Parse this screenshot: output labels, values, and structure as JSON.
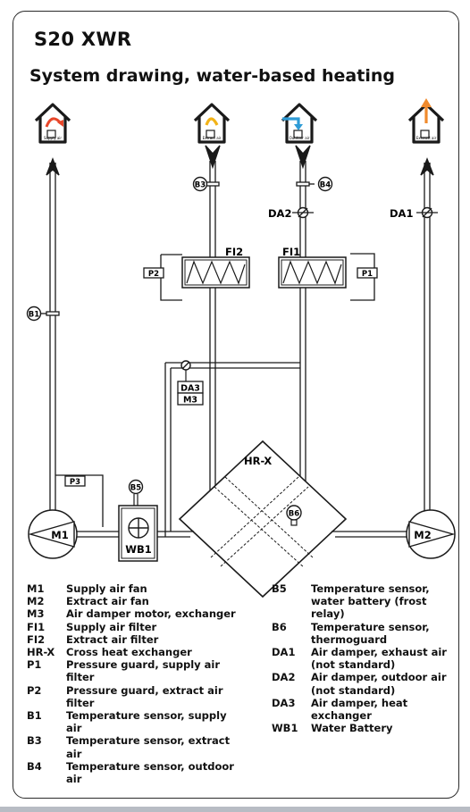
{
  "title": "S20 XWR",
  "subtitle": "System drawing, water-based heating",
  "houses": {
    "supply": "Supply air",
    "extract": "Extract air",
    "outdoor": "Outdoor air",
    "exhaust": "Exhaust air"
  },
  "components": {
    "b1": "B1",
    "b3": "B3",
    "b4": "B4",
    "b5": "B5",
    "b6": "B6",
    "da1": "DA1",
    "da2": "DA2",
    "da3": "DA3",
    "m1": "M1",
    "m2": "M2",
    "m3": "M3",
    "fi1": "FI1",
    "fi2": "FI2",
    "p1": "P1",
    "p2": "P2",
    "p3": "P3",
    "hrx": "HR-X",
    "wb1": "WB1"
  },
  "legend_left": [
    {
      "code": "M1",
      "text": "Supply air fan"
    },
    {
      "code": "M2",
      "text": "Extract air fan"
    },
    {
      "code": "M3",
      "text": "Air damper motor, exchanger"
    },
    {
      "code": "FI1",
      "text": "Supply air filter"
    },
    {
      "code": "FI2",
      "text": "Extract air filter"
    },
    {
      "code": "HR-X",
      "text": "Cross heat exchanger"
    },
    {
      "code": "P1",
      "text": "Pressure guard, supply air filter"
    },
    {
      "code": "P2",
      "text": "Pressure guard, extract air filter"
    },
    {
      "code": "B1",
      "text": "Temperature sensor, supply air"
    },
    {
      "code": "B3",
      "text": "Temperature sensor, extract air"
    },
    {
      "code": "B4",
      "text": "Temperature sensor, outdoor air"
    }
  ],
  "legend_right": [
    {
      "code": "B5",
      "text": "Temperature sensor, water battery (frost relay)"
    },
    {
      "code": "B6",
      "text": "Temperature sensor, thermoguard"
    },
    {
      "code": "DA1",
      "text": "Air damper, exhaust air (not standard)"
    },
    {
      "code": "DA2",
      "text": "Air damper, outdoor air (not standard)"
    },
    {
      "code": "DA3",
      "text": "Air damper, heat exchanger"
    },
    {
      "code": "WB1",
      "text": "Water Battery"
    }
  ],
  "colors": {
    "line": "#1a1a1a",
    "supply_arrow": "#e8472a",
    "extract_arrow": "#f2b318",
    "outdoor_arrow": "#2e9bd6",
    "exhaust_arrow": "#f08a2c",
    "frame": "#2a2a2a"
  }
}
